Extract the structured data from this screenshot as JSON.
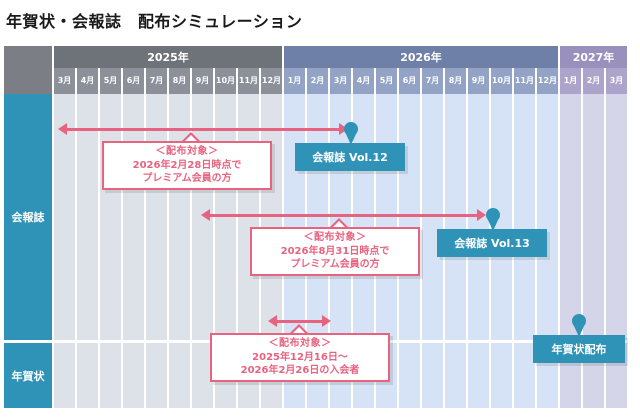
{
  "title": "年賀状・会報誌　配布シミュレーション",
  "colors": {
    "accent_pink": "#e8637f",
    "accent_teal": "#2f93b8",
    "year_2025_header": "#6e7279",
    "year_2026_header": "#6f80a8",
    "year_2027_header": "#9a90bd",
    "band_2025": "#dde2e9",
    "band_2026": "#d6e2f5",
    "band_2027": "#d5d5ea"
  },
  "header": {
    "corner_label": "",
    "years": [
      {
        "label": "2025年",
        "months": [
          "3月",
          "4月",
          "5月",
          "6月",
          "7月",
          "8月",
          "9月",
          "10月",
          "11月",
          "12月"
        ]
      },
      {
        "label": "2026年",
        "months": [
          "1月",
          "2月",
          "3月",
          "4月",
          "5月",
          "6月",
          "7月",
          "8月",
          "9月",
          "10月",
          "11月",
          "12月"
        ]
      },
      {
        "label": "2027年",
        "months": [
          "1月",
          "2月",
          "3月"
        ]
      }
    ]
  },
  "rows": [
    {
      "label": "会報誌"
    },
    {
      "label": "年賀状"
    }
  ],
  "callouts": [
    {
      "heading": "＜配布対象＞",
      "line1": "2026年2月28日時点で",
      "line2": "プレミアム会員の方"
    },
    {
      "heading": "＜配布対象＞",
      "line1": "2026年8月31日時点で",
      "line2": "プレミアム会員の方"
    },
    {
      "heading": "＜配布対象＞",
      "line1": "2025年12月16日～",
      "line2": "2026年2月26日の入会者"
    }
  ],
  "milestones": [
    {
      "label": "会報誌 Vol.12"
    },
    {
      "label": "会報誌 Vol.13"
    },
    {
      "label": "年賀状配布"
    }
  ],
  "chart_data": {
    "type": "timeline",
    "title": "年賀状・会報誌　配布シミュレーション",
    "xlabel": "",
    "ylabel": "",
    "grid": true,
    "legend": "none",
    "x_axis": {
      "unit": "month",
      "ticks": [
        "2025-03",
        "2025-04",
        "2025-05",
        "2025-06",
        "2025-07",
        "2025-08",
        "2025-09",
        "2025-10",
        "2025-11",
        "2025-12",
        "2026-01",
        "2026-02",
        "2026-03",
        "2026-04",
        "2026-05",
        "2026-06",
        "2026-07",
        "2026-08",
        "2026-09",
        "2026-10",
        "2026-11",
        "2026-12",
        "2027-01",
        "2027-02",
        "2027-03"
      ]
    },
    "categories": [
      "会報誌",
      "年賀状"
    ],
    "series": [
      {
        "name": "会報誌 Vol.12",
        "category": "会報誌",
        "span_start": "2025-03",
        "span_end": "2026-03",
        "arrow_direction": "both",
        "milestone_at": "2026-03",
        "milestone_label": "会報誌 Vol.12",
        "annotation": "＜配布対象＞ 2026年2月28日時点でプレミアム会員の方"
      },
      {
        "name": "会報誌 Vol.13",
        "category": "会報誌",
        "span_start": "2025-09",
        "span_end": "2026-09",
        "arrow_direction": "both",
        "milestone_at": "2026-09",
        "milestone_label": "会報誌 Vol.13",
        "annotation": "＜配布対象＞ 2026年8月31日時点でプレミアム会員の方"
      },
      {
        "name": "年賀状配布",
        "category": "年賀状",
        "span_start": "2025-12",
        "span_end": "2026-02",
        "arrow_direction": "both",
        "milestone_at": "2027-01",
        "milestone_label": "年賀状配布",
        "annotation": "＜配布対象＞ 2025年12月16日～2026年2月26日の入会者"
      }
    ]
  }
}
